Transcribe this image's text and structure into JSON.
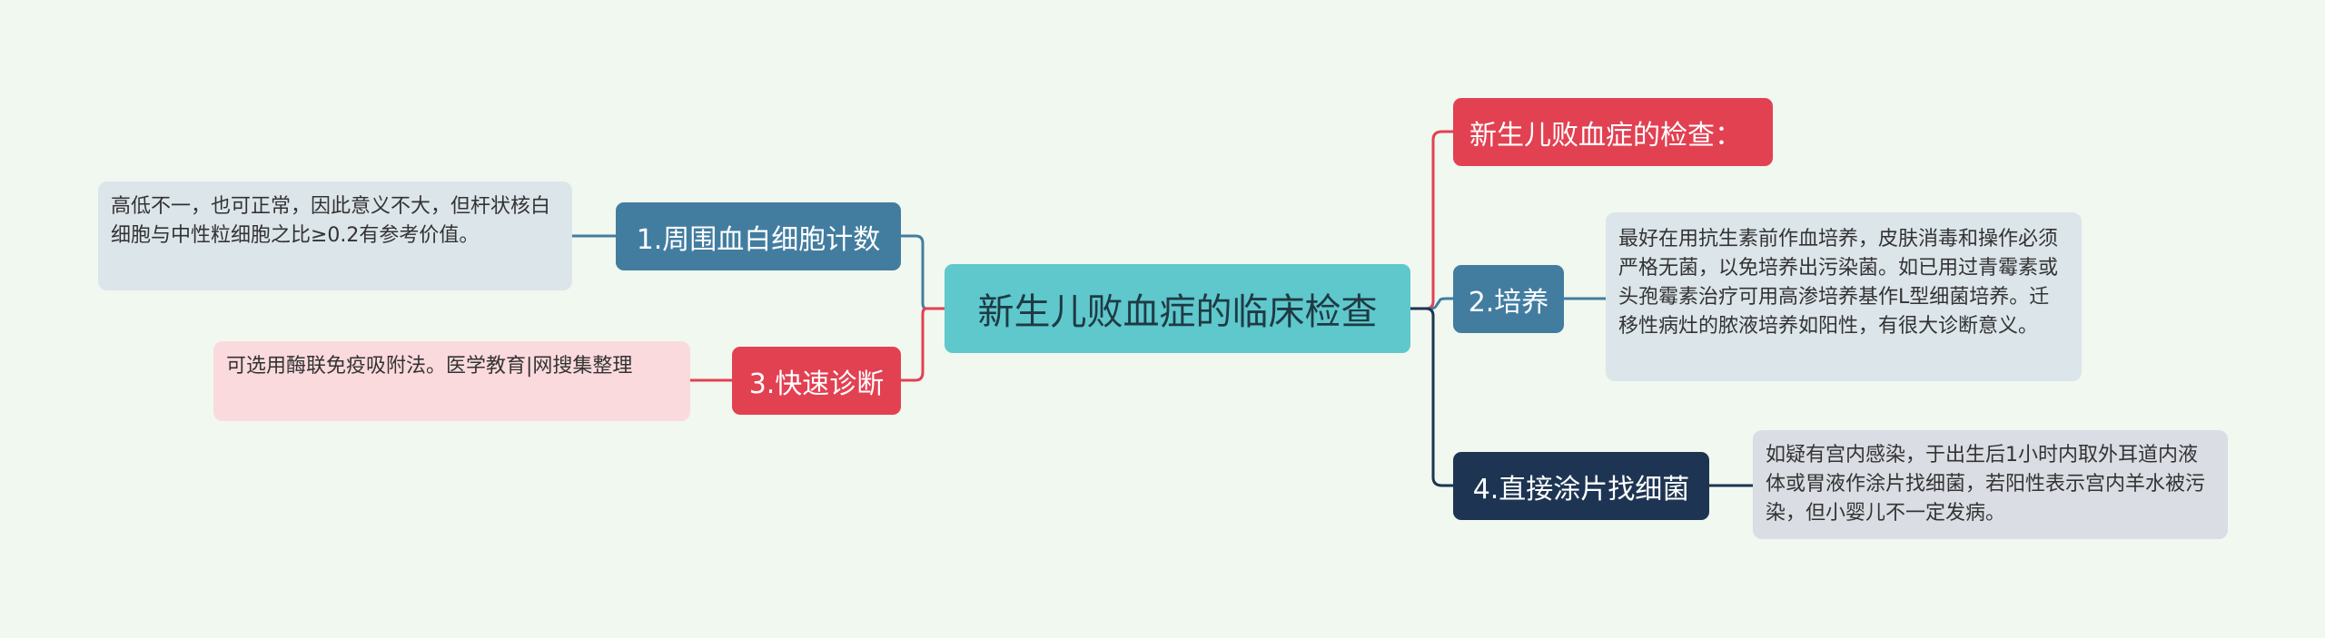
{
  "root": {
    "label": "新生儿败血症的临床检查"
  },
  "left_branches": [
    {
      "label": "1.周围血白细胞计数",
      "note": "高低不一，也可正常，因此意义不大，但杆状核白细胞与中性粒细胞之比≥0.2有参考价值。"
    },
    {
      "label": "3.快速诊断",
      "note": "可选用酶联免疫吸附法。医学教育|网搜集整理"
    }
  ],
  "right_branches": [
    {
      "label": "新生儿败血症的检查："
    },
    {
      "label": "2.培养",
      "note": "最好在用抗生素前作血培养，皮肤消毒和操作必须严格无菌，以免培养出污染菌。如已用过青霉素或头孢霉素治疗可用高渗培养基作L型细菌培养。迁移性病灶的脓液培养如阳性，有很大诊断意义。"
    },
    {
      "label": "4.直接涂片找细菌",
      "note": "如疑有宫内感染，于出生后1小时内取外耳道内液体或胃液作涂片找细菌，若阳性表示宫内羊水被污染，但小婴儿不一定发病。"
    }
  ],
  "colors": {
    "background": "#f0f8ef",
    "root": "#5ec8cc",
    "blue": "#427da0",
    "red": "#e24152",
    "navy": "#1d3553"
  }
}
